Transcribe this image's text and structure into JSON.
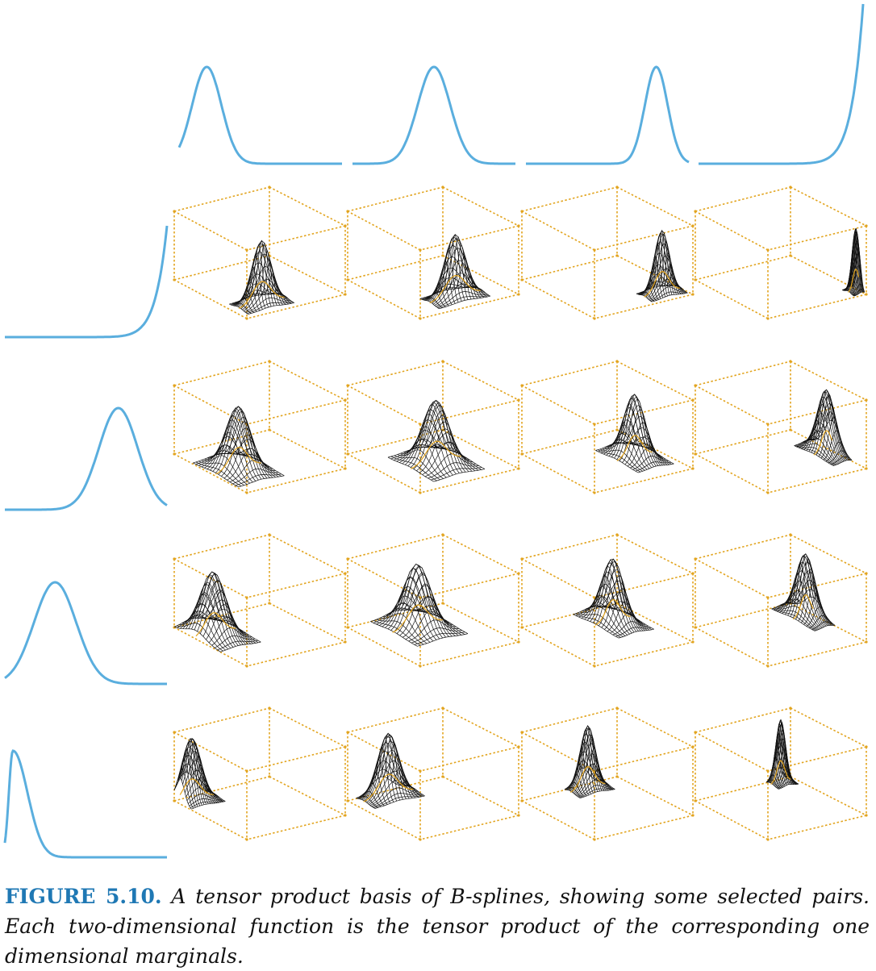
{
  "figure": {
    "label": "FIGURE 5.10.",
    "caption": "A tensor product basis of B-splines, showing some selected pairs. Each two-dimensional function is the tensor product of the corresponding one dimensional marginals."
  },
  "colors": {
    "spline": "#5aaede",
    "box": "#e2a41e",
    "mesh": "#111111",
    "label": "#1f78b4"
  },
  "top_marginals": [
    {
      "kind": "bump",
      "center": 0.17,
      "sd": 0.09
    },
    {
      "kind": "bump",
      "center": 0.5,
      "sd": 0.1
    },
    {
      "kind": "bump",
      "center": 0.8,
      "sd": 0.07
    },
    {
      "kind": "boundary-right"
    }
  ],
  "left_marginals": [
    {
      "kind": "boundary-right"
    },
    {
      "kind": "bump",
      "center": 0.7,
      "sd": 0.12
    },
    {
      "kind": "bump",
      "center": 0.31,
      "sd": 0.13
    },
    {
      "kind": "boundary-left"
    }
  ],
  "surfaces": [
    [
      {
        "u": 0.3,
        "v": 0.8,
        "su": 0.09,
        "sv": 0.05
      },
      {
        "u": 0.52,
        "v": 0.78,
        "su": 0.1,
        "sv": 0.05
      },
      {
        "u": 0.8,
        "v": 0.85,
        "su": 0.07,
        "sv": 0.04
      },
      {
        "u": 0.97,
        "v": 0.9,
        "su": 0.03,
        "sv": 0.03
      }
    ],
    [
      {
        "u": 0.25,
        "v": 0.55,
        "su": 0.09,
        "sv": 0.12
      },
      {
        "u": 0.5,
        "v": 0.55,
        "su": 0.1,
        "sv": 0.12
      },
      {
        "u": 0.75,
        "v": 0.55,
        "su": 0.07,
        "sv": 0.11
      },
      {
        "u": 0.94,
        "v": 0.55,
        "su": 0.05,
        "sv": 0.1
      }
    ],
    [
      {
        "u": 0.18,
        "v": 0.3,
        "su": 0.09,
        "sv": 0.13
      },
      {
        "u": 0.5,
        "v": 0.3,
        "su": 0.1,
        "sv": 0.13
      },
      {
        "u": 0.72,
        "v": 0.3,
        "su": 0.07,
        "sv": 0.12
      },
      {
        "u": 0.92,
        "v": 0.3,
        "su": 0.05,
        "sv": 0.11
      }
    ],
    [
      {
        "u": 0.12,
        "v": 0.08,
        "su": 0.09,
        "sv": 0.06
      },
      {
        "u": 0.35,
        "v": 0.1,
        "su": 0.1,
        "sv": 0.06
      },
      {
        "u": 0.63,
        "v": 0.08,
        "su": 0.07,
        "sv": 0.05
      },
      {
        "u": 0.85,
        "v": 0.06,
        "su": 0.04,
        "sv": 0.04
      }
    ]
  ]
}
